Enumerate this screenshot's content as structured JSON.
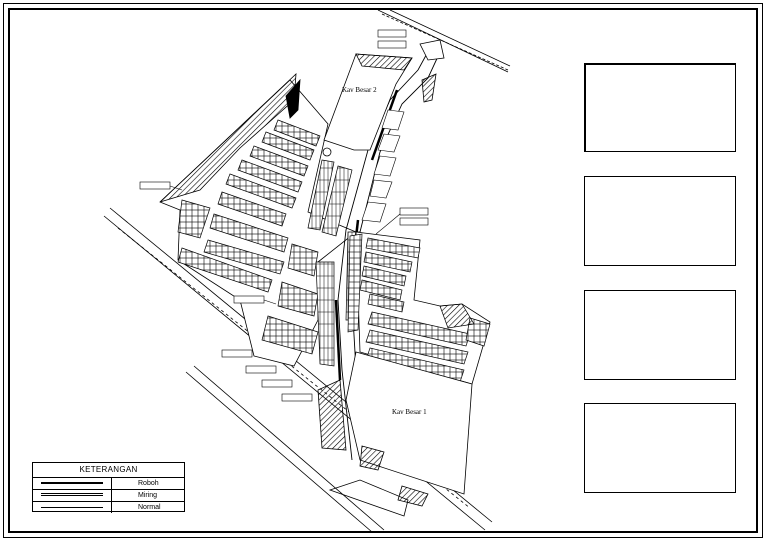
{
  "plan": {
    "kav_besar_1": "Kav Besar 1",
    "kav_besar_2": "Kav Besar 2"
  },
  "legend": {
    "title": "KETERANGAN",
    "items": [
      {
        "label": "Roboh",
        "style": "heavy"
      },
      {
        "label": "Miring",
        "style": "double"
      },
      {
        "label": "Normal",
        "style": "thin"
      }
    ]
  }
}
